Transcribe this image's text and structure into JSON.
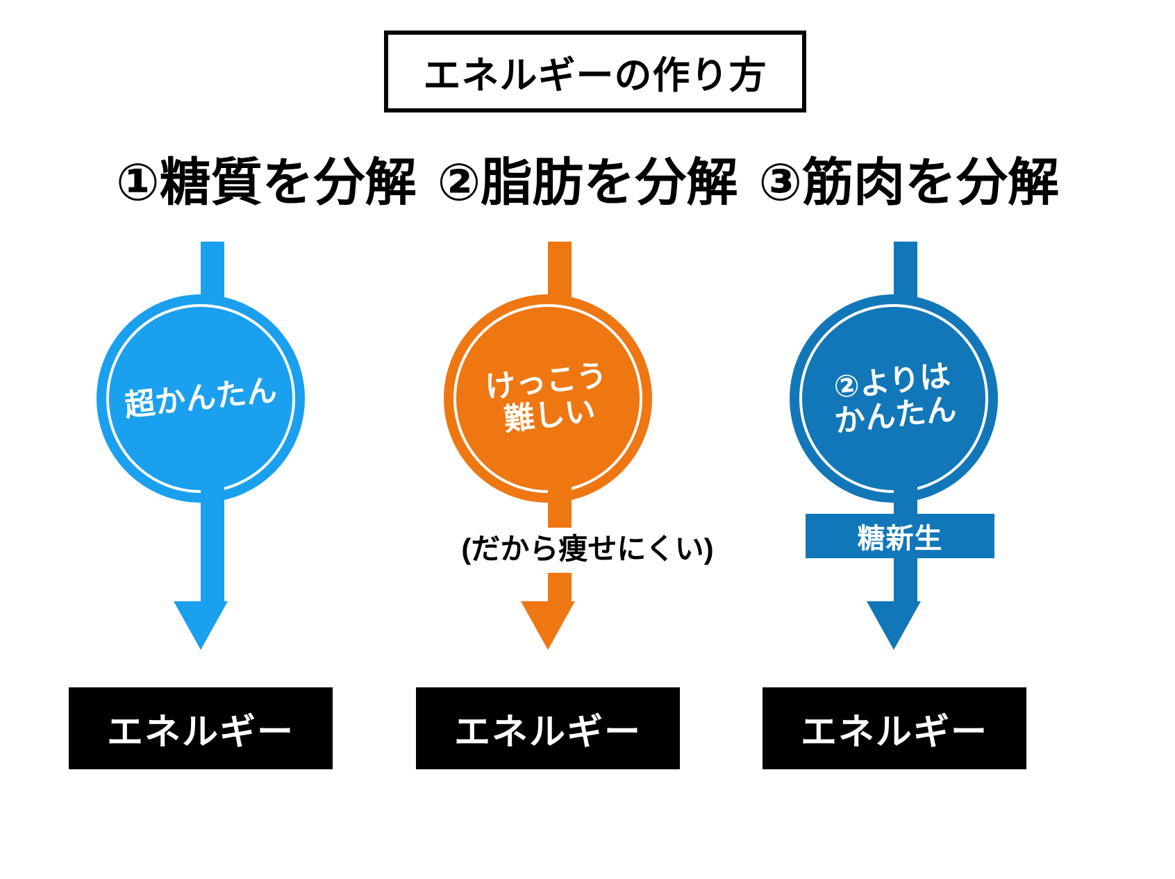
{
  "diagram": {
    "title": "エネルギーの作り方",
    "background_color": "#FFFFFF",
    "highlight_color": "#FFF100",
    "energy_box_color": "#000000"
  },
  "columns": [
    {
      "number": "①",
      "header_highlight": "糖質",
      "header_rest": "を分解",
      "header_full": "①糖質を分解",
      "accent_color": "#1AA0EE",
      "circle_label": "超かんたん",
      "circle_label_lines": [
        "超かんたん"
      ],
      "caption": "",
      "tag": "",
      "energy_label": "エネルギー"
    },
    {
      "number": "②",
      "header_highlight": "脂肪",
      "header_rest": "を分解",
      "header_full": "②脂肪を分解",
      "accent_color": "#EE7712",
      "circle_label": "けっこう難しい",
      "circle_label_lines": [
        "けっこう",
        "難しい"
      ],
      "caption": "(だから痩せにくい)",
      "tag": "",
      "energy_label": "エネルギー"
    },
    {
      "number": "③",
      "header_highlight": "筋肉",
      "header_rest": "を分解",
      "header_full": "③筋肉を分解",
      "accent_color": "#1177B8",
      "circle_label": "②よりはかんたん",
      "circle_label_lines": [
        "②よりは",
        "かんたん"
      ],
      "caption": "",
      "tag": "糖新生",
      "energy_label": "エネルギー"
    }
  ]
}
